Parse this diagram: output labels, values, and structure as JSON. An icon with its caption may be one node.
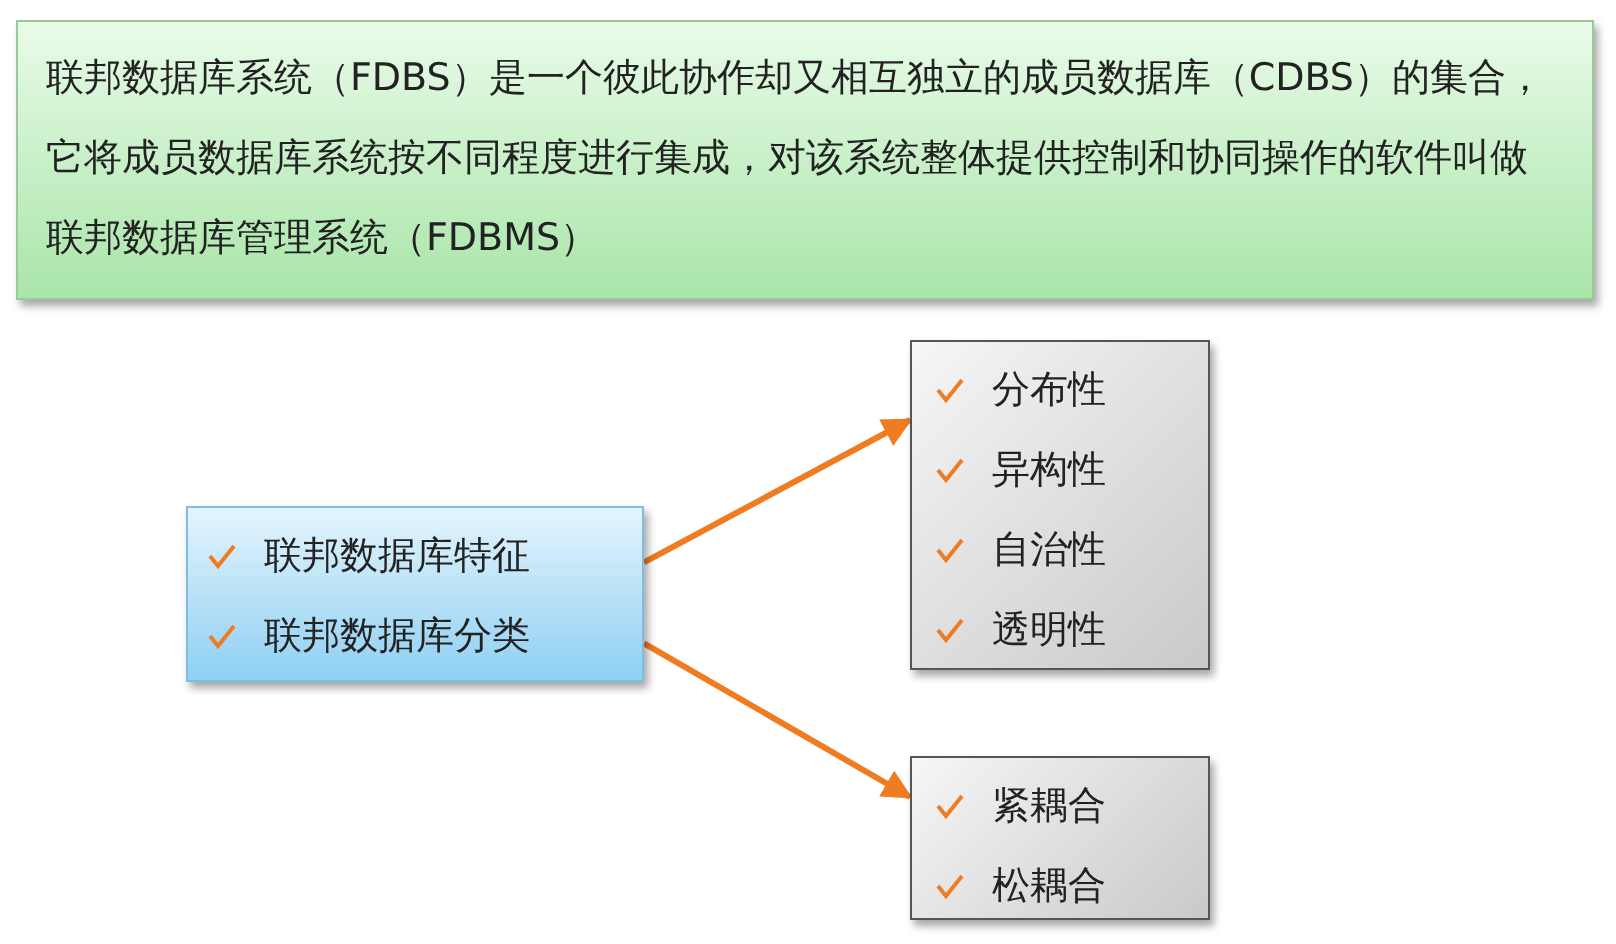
{
  "diagram": {
    "nodes": [
      {
        "text": [
          "联邦数据库系统（FDBS）是一个彼此协作却又相互独立的成员数据库（CDBS）的集合，它将成员数据库系统按不同程度进行集成，对该系统整体提供控制和协同操作的软件叫做联邦数据库管理系统（FDBMS）"
        ]
      },
      {
        "text": [
          "联邦数据库特征",
          "联邦数据库分类"
        ]
      },
      {
        "text": [
          "分布性",
          "异构性",
          "自治性",
          "透明性"
        ]
      },
      {
        "text": [
          "紧耦合",
          "松耦合"
        ]
      }
    ],
    "edges": [
      {
        "from": 1,
        "to": 2,
        "arrow": "to"
      },
      {
        "from": 1,
        "to": 3,
        "arrow": "to"
      }
    ]
  }
}
